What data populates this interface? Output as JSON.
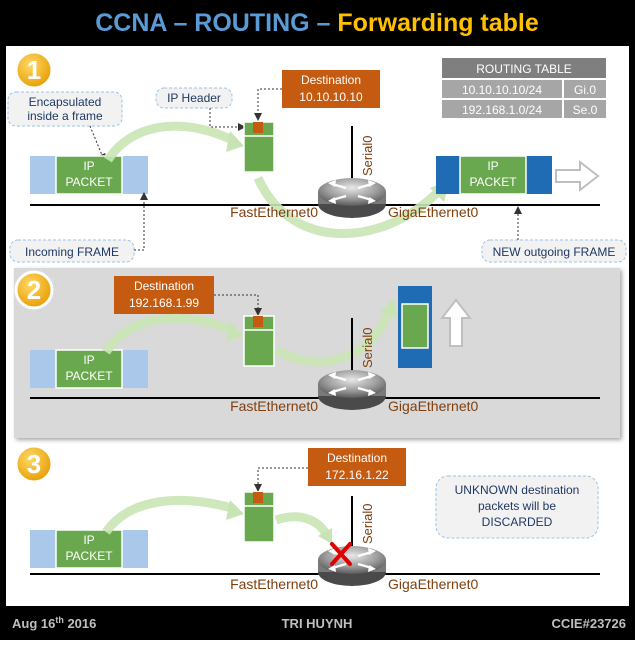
{
  "header": {
    "title_part1": "CCNA – ROUTING – ",
    "title_part2": "Forwarding table",
    "title_color_blue": "#5b9bd5",
    "title_color_orange": "#ffc000"
  },
  "colors": {
    "frame_blue": "#a9c8ea",
    "frame_dark_blue": "#1f6cb5",
    "packet_green": "#6aa84f",
    "header_orange": "#c55a11",
    "label_orange": "#d2691e",
    "iface_text": "#7f3f0f",
    "arrow_green": "#c9e4b4",
    "number_gold": "#f4b400"
  },
  "routing_table": {
    "title": "ROUTING TABLE",
    "rows": [
      {
        "network": "10.10.10.10/24",
        "interface": "Gi.0"
      },
      {
        "network": "192.168.1.0/24",
        "interface": "Se.0"
      }
    ]
  },
  "packet_label_line1": "IP",
  "packet_label_line2": "PACKET",
  "interfaces": {
    "fast": "FastEthernet0",
    "giga": "GigaEthernet0",
    "serial": "Serial0"
  },
  "scenario1": {
    "number": "1",
    "encapsulated_line1": "Encapsulated",
    "encapsulated_line2": "inside a frame",
    "ip_header": "IP Header",
    "destination_label": "Destination",
    "destination_ip": "10.10.10.10",
    "incoming_frame": "Incoming FRAME",
    "new_outgoing_frame": "NEW outgoing FRAME"
  },
  "scenario2": {
    "number": "2",
    "destination_label": "Destination",
    "destination_ip": "192.168.1.99"
  },
  "scenario3": {
    "number": "3",
    "destination_label": "Destination",
    "destination_ip": "172.16.1.22",
    "unknown_line1": "UNKNOWN destination",
    "unknown_line2": "packets will be",
    "unknown_line3": "DISCARDED"
  },
  "footer": {
    "date_main": "Aug 16",
    "date_sup": "th",
    "date_year": " 2016",
    "author": "TRI HUYNH",
    "cert": "CCIE#23726"
  }
}
